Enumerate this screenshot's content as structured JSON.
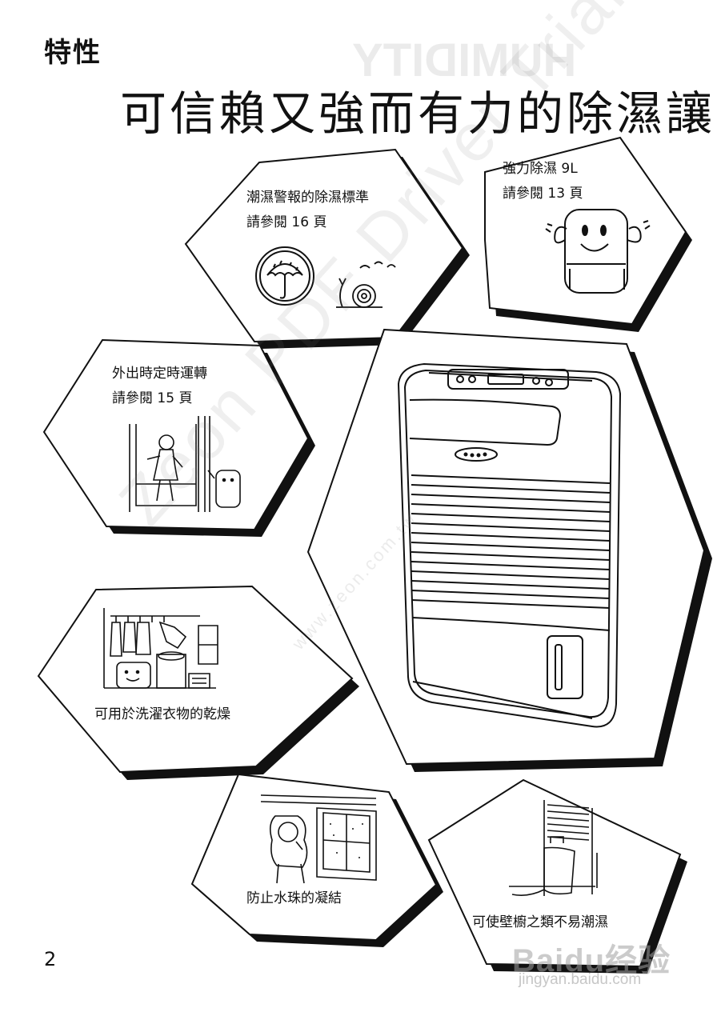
{
  "section_title": "特性",
  "headline": "可信賴又強而有力的除濕讓",
  "features": [
    {
      "id": "humidity-alarm",
      "title": "潮濕警報的除濕標準",
      "reference": "請參閱 16 頁",
      "icons": [
        "umbrella-icon",
        "snail-icon"
      ]
    },
    {
      "id": "strong-dehumidify",
      "title": "強力除濕 9L",
      "reference": "請參閱 13 頁",
      "icons": [
        "mascot-icon"
      ]
    },
    {
      "id": "timer",
      "title": "外出時定時運轉",
      "reference": "請參閱 15 頁",
      "icons": [
        "door-scene-icon"
      ]
    },
    {
      "id": "laundry",
      "title": "可用於洗濯衣物的乾燥",
      "icons": [
        "laundry-scene-icon"
      ]
    },
    {
      "id": "condensation",
      "title": "防止水珠的凝結",
      "icons": [
        "window-scene-icon"
      ]
    },
    {
      "id": "closet",
      "title": "可使壁櫥之類不易潮濕",
      "icons": [
        "closet-scene-icon"
      ]
    }
  ],
  "product": {
    "icon": "dehumidifier-icon"
  },
  "page_number": "2",
  "watermarks": {
    "diagonal": "Zeon PDF Driver Trial",
    "url": "www.zeon.com.tw",
    "baidu_logo": "Baidu经验",
    "baidu_url": "jingyan.baidu.com",
    "ghost": "HUMIDITY"
  }
}
